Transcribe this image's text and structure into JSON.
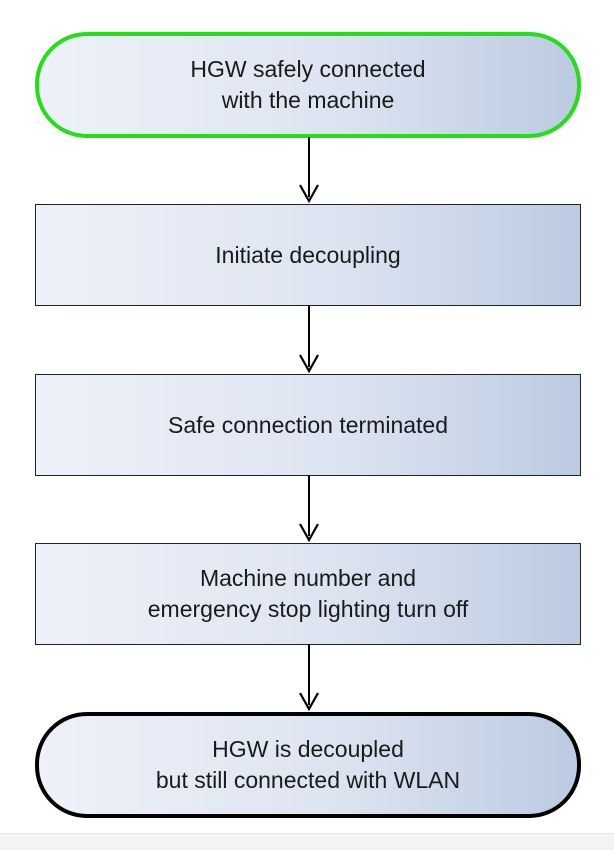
{
  "diagram": {
    "nodes": [
      {
        "id": "start",
        "shape": "terminal",
        "border_color": "#22e014",
        "lines": [
          "HGW safely connected",
          "with the machine"
        ]
      },
      {
        "id": "step1",
        "shape": "process",
        "lines": [
          "Initiate decoupling"
        ]
      },
      {
        "id": "step2",
        "shape": "process",
        "lines": [
          "Safe connection terminated"
        ]
      },
      {
        "id": "step3",
        "shape": "process",
        "lines": [
          "Machine number and",
          "emergency stop lighting turn off"
        ]
      },
      {
        "id": "end",
        "shape": "terminal",
        "border_color": "#000000",
        "lines": [
          "HGW is decoupled",
          "but still connected with WLAN"
        ]
      }
    ],
    "edges": [
      {
        "from": "start",
        "to": "step1"
      },
      {
        "from": "step1",
        "to": "step2"
      },
      {
        "from": "step2",
        "to": "step3"
      },
      {
        "from": "step3",
        "to": "end"
      }
    ],
    "fill_gradient": [
      "#eef1f9",
      "#dde4f1",
      "#bccbe2"
    ]
  }
}
